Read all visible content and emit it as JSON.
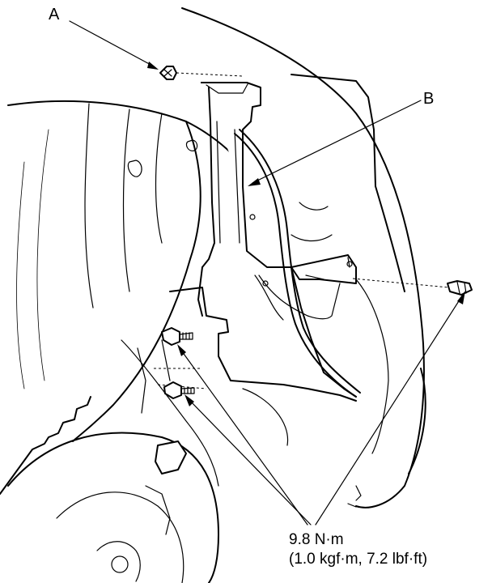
{
  "callouts": {
    "a": "A",
    "b": "B"
  },
  "torque": {
    "line1": "9.8 N·m",
    "line2": "(1.0 kgf·m, 7.2 lbf·ft)"
  }
}
